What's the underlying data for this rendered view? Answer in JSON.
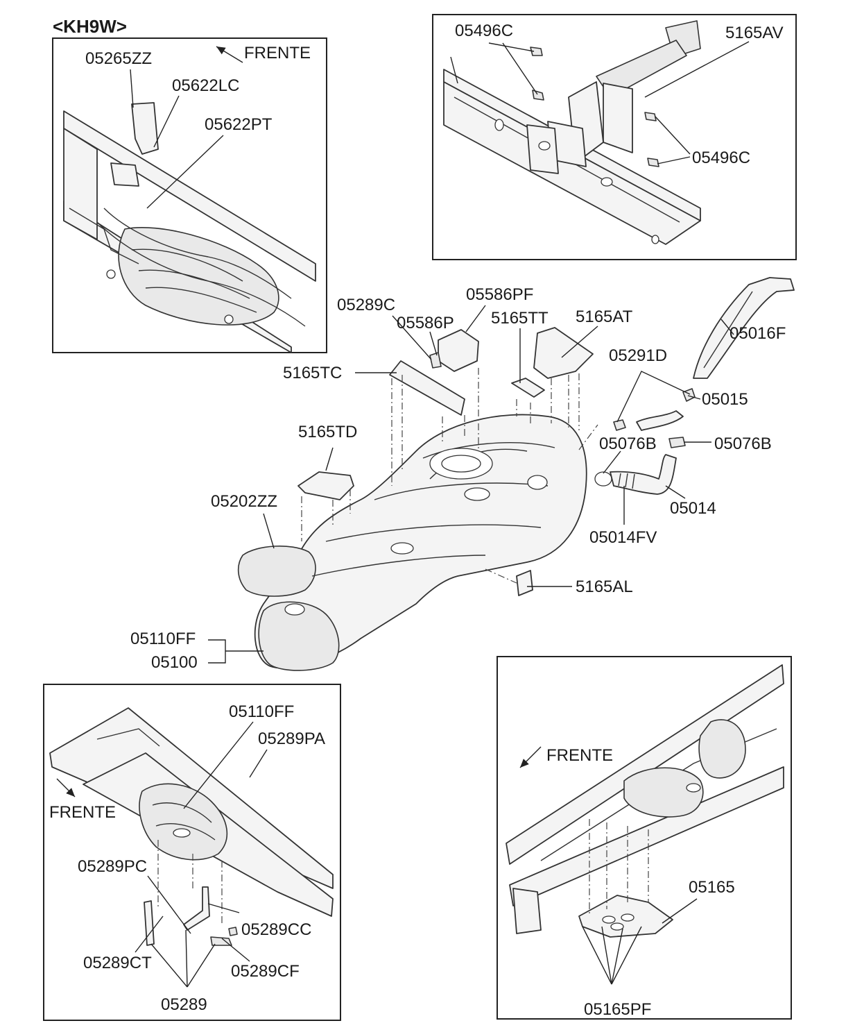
{
  "model_code": "<KH9W>",
  "labels": {
    "p05265ZZ": "05265ZZ",
    "frente_top": "FRENTE",
    "p05622LC": "05622LC",
    "p05622PT": "05622PT",
    "p05496C_a": "05496C",
    "p5165AV": "5165AV",
    "p05496C_b": "05496C",
    "p05586PF": "05586PF",
    "p05289C": "05289C",
    "p05586P": "05586P",
    "p5165TT": "5165TT",
    "p5165AT": "5165AT",
    "p05016F": "05016F",
    "p5165TC": "5165TC",
    "p05291D": "05291D",
    "p05015": "05015",
    "p5165TD": "5165TD",
    "p05076B_a": "05076B",
    "p05076B_b": "05076B",
    "p05202ZZ": "05202ZZ",
    "p05014": "05014",
    "p05014FV": "05014FV",
    "p5165AL": "5165AL",
    "p05110FF_main": "05110FF",
    "p05100": "05100",
    "p05110FF_bl": "05110FF",
    "p05289PA": "05289PA",
    "frente_bl": "FRENTE",
    "p05289PC": "05289PC",
    "p05289CC": "05289CC",
    "p05289CT": "05289CT",
    "p05289CF": "05289CF",
    "p05289": "05289",
    "frente_br": "FRENTE",
    "p05165": "05165",
    "p05165PF": "05165PF"
  }
}
